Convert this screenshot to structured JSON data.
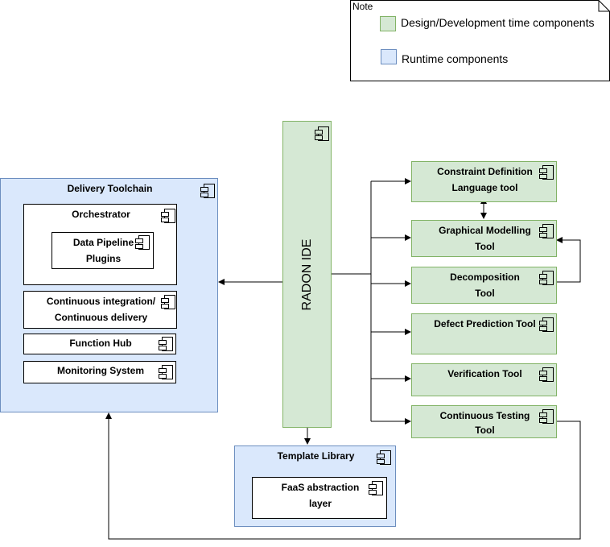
{
  "note": {
    "title": "Note",
    "legend": [
      {
        "label": "Design/Development time components",
        "color": "#d5e8d4"
      },
      {
        "label": "Runtime components",
        "color": "#dae8fc"
      }
    ]
  },
  "delivery_toolchain": {
    "title": "Delivery Toolchain",
    "orchestrator": "Orchestrator",
    "data_pipeline": [
      "Data Pipeline",
      "Plugins"
    ],
    "ci_cd": [
      "Continuous integration/",
      "Continuous delivery"
    ],
    "function_hub": "Function Hub",
    "monitoring": "Monitoring System"
  },
  "radon_ide": "RADON IDE",
  "template_library": {
    "title": "Template Library",
    "faas": [
      "FaaS abstraction",
      "layer"
    ]
  },
  "tools": {
    "constraint": [
      "Constraint Definition",
      "Language tool"
    ],
    "graphical": [
      "Graphical Modelling",
      "Tool"
    ],
    "decomposition": [
      "Decomposition",
      "Tool"
    ],
    "defect": "Defect Prediction Tool",
    "verification": "Verification Tool",
    "testing": [
      "Continuous Testing",
      "Tool"
    ]
  },
  "colors": {
    "design_fill": "#d5e8d4",
    "design_stroke": "#82b366",
    "runtime_fill": "#dae8fc",
    "runtime_stroke": "#6c8ebf"
  }
}
